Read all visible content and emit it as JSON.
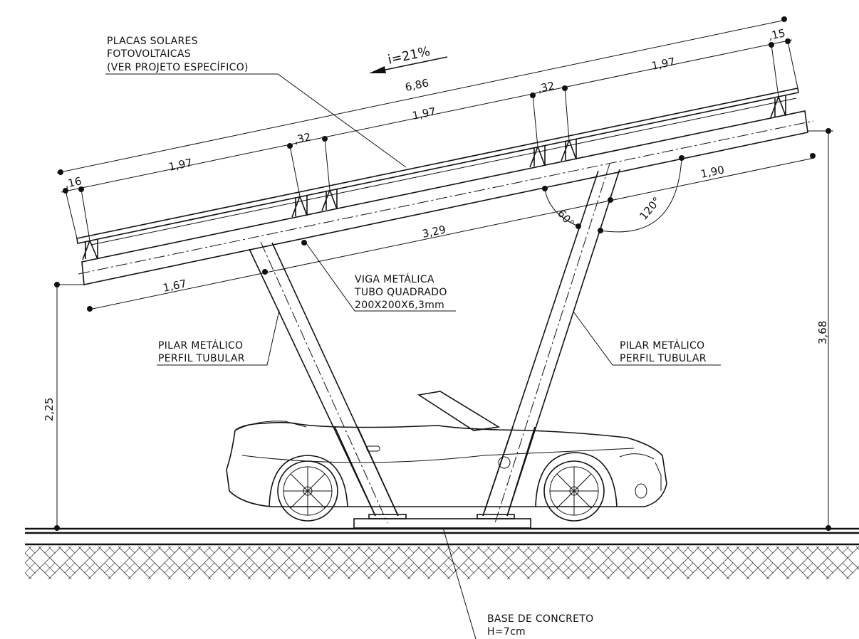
{
  "labels": {
    "panels": [
      "PLACAS SOLARES",
      "FOTOVOLTAICAS",
      "(VER PROJETO ESPECÍFICO)"
    ],
    "slope": "i=21%",
    "beam": [
      "VIGA METÁLICA",
      "TUBO QUADRADO",
      "200X200X6,3mm"
    ],
    "pillar_left": [
      "PILAR METÁLICO",
      "PERFIL TUBULAR"
    ],
    "pillar_right": [
      "PILAR METÁLICO",
      "PERFIL TUBULAR"
    ],
    "base": [
      "BASE DE CONCRETO",
      "H=7cm"
    ]
  },
  "dimensions": {
    "overall": "6,86",
    "panel_1": "1,97",
    "panel_2": "1,97",
    "panel_3": "1,97",
    "gap_1": ",32",
    "gap_2": ",32",
    "edge_left": ",16",
    "edge_right": ",15",
    "beam_left": "1,67",
    "beam_mid": "3,29",
    "beam_right": "1,90",
    "height_low": "2,25",
    "height_high": "3,68"
  },
  "angles": {
    "inner": "60°",
    "outer": "120°"
  }
}
